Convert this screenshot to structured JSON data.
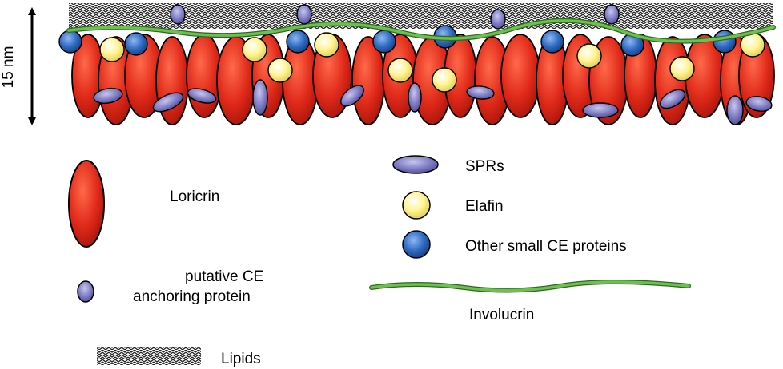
{
  "scale_label": "15 nm",
  "legend": {
    "loricrin": "Loricrin",
    "anchoring_line1": "putative CE",
    "anchoring_line2": "anchoring protein",
    "lipids": "Lipids",
    "sprs": "SPRs",
    "elafin": "Elafin",
    "other_small": "Other small CE proteins",
    "involucrin": "Involucrin"
  },
  "colors": {
    "loricrin": "#e02a1a",
    "spr": "#7a78c0",
    "elafin": "#fff59a",
    "other_small": "#2f6bc2",
    "involucrin": "#5cb848",
    "lipid": "#333333",
    "anchoring": "#8a88d0"
  }
}
